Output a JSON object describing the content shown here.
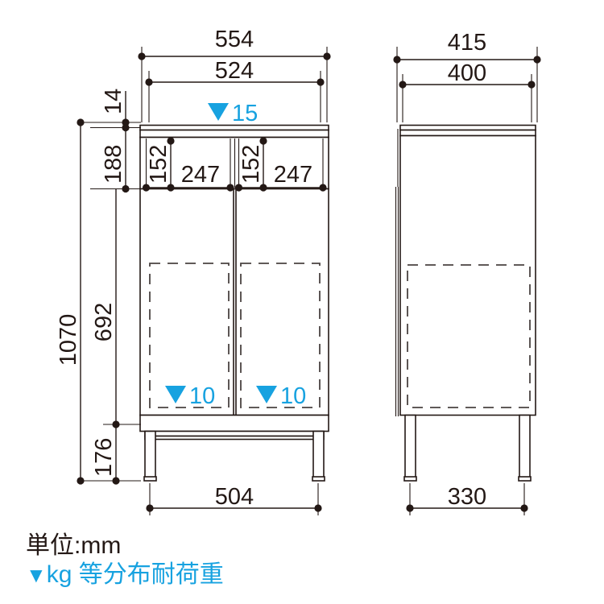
{
  "drawing": {
    "title": "cabinet-dimension-drawing",
    "units_note": "単位:mm",
    "load_note_triangle": "▼",
    "load_note_text": "kg 等分布耐荷重",
    "colors": {
      "line": "#231815",
      "accent": "#17A2E0",
      "background": "#FFFFFF"
    }
  },
  "front_view": {
    "name": "front-view",
    "dimensions": {
      "overall_width": "554",
      "inner_width": "524",
      "bottom_width": "504",
      "overall_height": "1070",
      "top_gap": "14",
      "drawer_band_height": "188",
      "body_height": "692",
      "leg_height": "176",
      "drawer_left_small": "152",
      "drawer_left_large": "247",
      "drawer_right_small": "152",
      "drawer_right_large": "247"
    },
    "load_labels": {
      "top_surface": "15",
      "shelf_left": "10",
      "shelf_right": "10"
    }
  },
  "side_view": {
    "name": "side-view",
    "dimensions": {
      "overall_depth": "415",
      "inner_depth": "400",
      "bottom_depth": "330"
    }
  }
}
